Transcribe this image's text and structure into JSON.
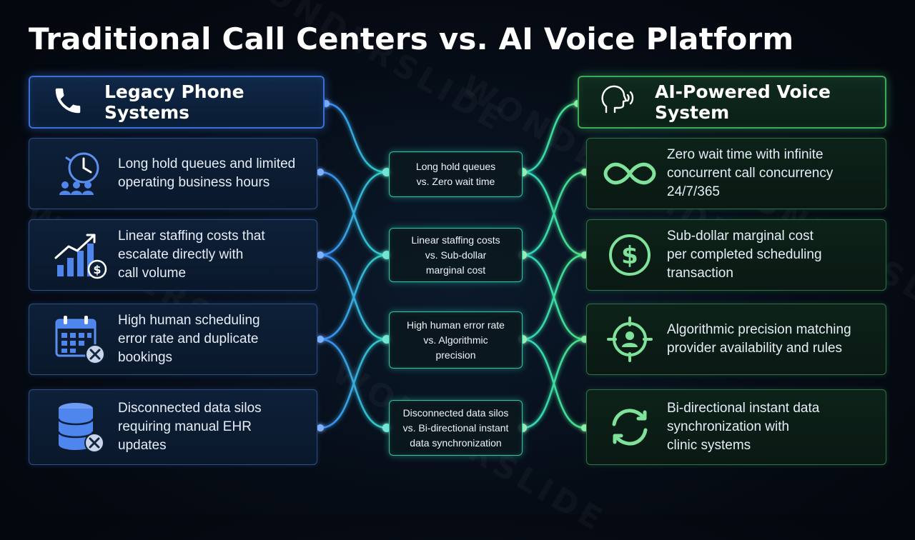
{
  "title": "Traditional Call Centers vs. AI Voice Platform",
  "watermark": "WONDERSLIDE",
  "colors": {
    "legacy_accent": "#3b82f6",
    "ai_accent": "#4ade80",
    "center_accent": "#2dd4bf",
    "background": "#060c16"
  },
  "left": {
    "header": {
      "label": "Legacy Phone Systems",
      "icon": "phone-icon"
    },
    "items": [
      {
        "text": "Long hold queues and limited\noperating business hours",
        "icon": "clock-queue-icon"
      },
      {
        "text": "Linear staffing costs that\nescalate directly with\ncall volume",
        "icon": "rising-cost-chart-icon"
      },
      {
        "text": "High human scheduling\nerror rate and duplicate\nbookings",
        "icon": "calendar-error-icon"
      },
      {
        "text": "Disconnected data silos\nrequiring manual EHR\nupdates",
        "icon": "database-error-icon"
      }
    ]
  },
  "right": {
    "header": {
      "label": "AI-Powered Voice System",
      "icon": "voice-head-icon"
    },
    "items": [
      {
        "text": "Zero wait time with infinite\nconcurrent call concurrency\n24/7/365",
        "icon": "infinity-icon"
      },
      {
        "text": "Sub-dollar marginal cost\nper completed scheduling\ntransaction",
        "icon": "dollar-icon"
      },
      {
        "text": "Algorithmic precision matching\nprovider availability and rules",
        "icon": "target-person-icon"
      },
      {
        "text": "Bi-directional instant data\nsynchronization with\nclinic systems",
        "icon": "sync-icon"
      }
    ]
  },
  "comparisons": [
    "Long hold queues\nvs. Zero wait time",
    "Linear staffing costs\nvs. Sub-dollar\nmarginal cost",
    "High human error rate\nvs. Algorithmic\nprecision",
    "Disconnected data silos\nvs. Bi-directional instant\ndata synchronization"
  ]
}
